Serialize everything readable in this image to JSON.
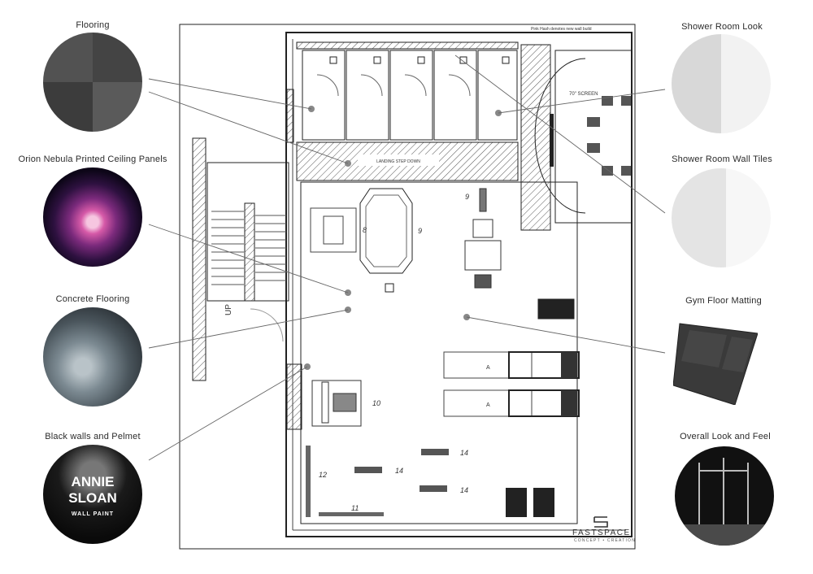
{
  "labels": {
    "flooring": "Flooring",
    "ceiling": "Orion Nebula Printed Ceiling Panels",
    "concrete": "Concrete Flooring",
    "walls": "Black walls and Pelmet",
    "shower_look": "Shower Room Look",
    "shower_tiles": "Shower Room Wall Tiles",
    "gym_matting": "Gym Floor Matting",
    "overall": "Overall Look and Feel"
  },
  "paint_can": {
    "line1": "ANNIE",
    "line2": "SLOAN",
    "line3": "WALL PAINT"
  },
  "plan": {
    "note": "Pink Hash denotes new wall build",
    "screen": "70\" SCREEN",
    "landing": "LANDING STEP DOWN",
    "up": "UP",
    "letter_a": "A",
    "numbers": [
      "8",
      "9",
      "9",
      "10",
      "11",
      "12",
      "14",
      "14",
      "14"
    ]
  },
  "brand": {
    "name": "FASTSPACE",
    "tagline": "CONCEPT • CREATION"
  }
}
